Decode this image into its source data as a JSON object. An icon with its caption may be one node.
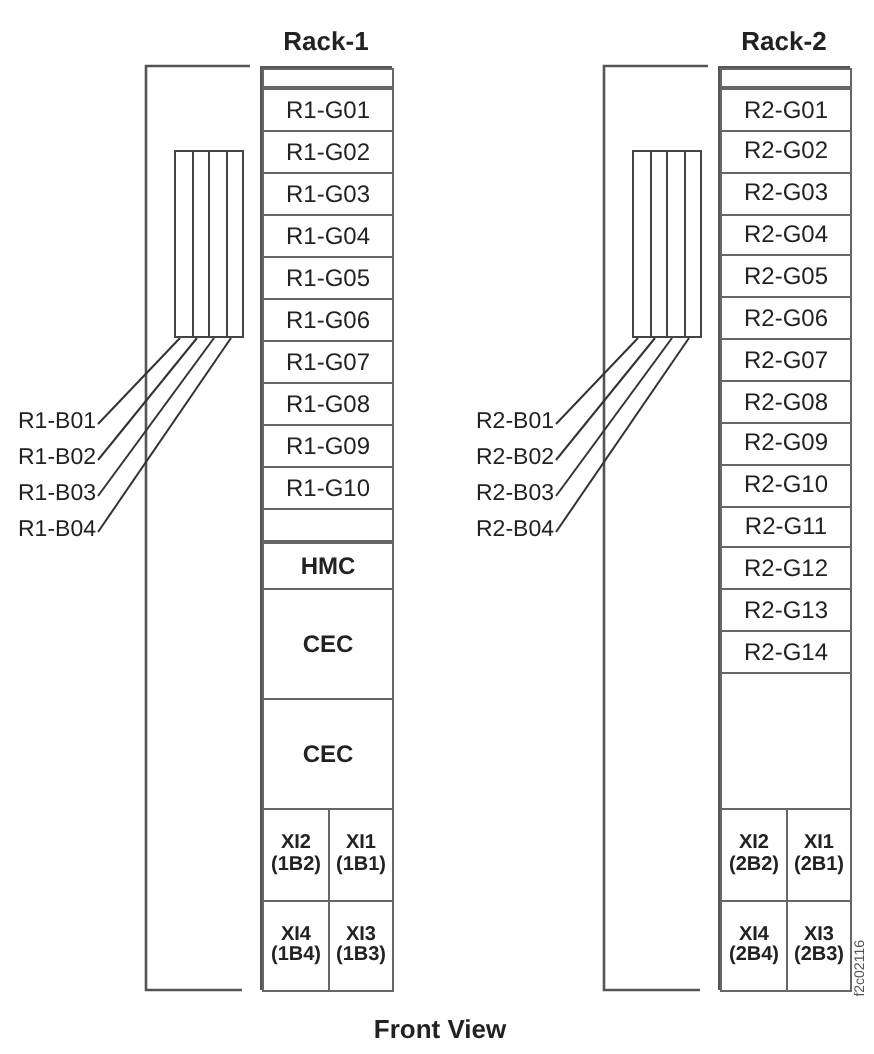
{
  "diagram": {
    "caption": "Front View",
    "nodes": [
      {
        "text": [
          "Rack-1"
        ]
      },
      {
        "text": [],
        "shape": "box",
        "in": 0
      },
      {
        "text": [
          "R1-G01"
        ],
        "in": 0
      },
      {
        "text": [
          "R1-G02"
        ],
        "in": 0
      },
      {
        "text": [
          "R1-G03"
        ],
        "in": 0
      },
      {
        "text": [
          "R1-G04"
        ],
        "in": 0
      },
      {
        "text": [
          "R1-G05"
        ],
        "in": 0
      },
      {
        "text": [
          "R1-G06"
        ],
        "in": 0
      },
      {
        "text": [
          "R1-G07"
        ],
        "in": 0
      },
      {
        "text": [
          "R1-G08"
        ],
        "in": 0
      },
      {
        "text": [
          "R1-G09"
        ],
        "in": 0
      },
      {
        "text": [
          "R1-G10"
        ],
        "in": 0
      },
      {
        "text": [],
        "shape": "box",
        "in": 0
      },
      {
        "text": [
          "HMC"
        ],
        "in": 0
      },
      {
        "text": [
          "CEC"
        ],
        "in": 0
      },
      {
        "text": [
          "CEC"
        ],
        "in": 0
      },
      {
        "text": [
          "XI2 (1B2)"
        ],
        "in": 0
      },
      {
        "text": [
          "XI1 (1B1)"
        ],
        "in": 0
      },
      {
        "text": [
          "XI4 (1B4)"
        ],
        "in": 0
      },
      {
        "text": [
          "XI3 (1B3)"
        ],
        "in": 0
      },
      {
        "text": [],
        "shape": "bar"
      },
      {
        "text": [],
        "shape": "bar"
      },
      {
        "text": [],
        "shape": "bar"
      },
      {
        "text": [],
        "shape": "bar"
      },
      {
        "text": [
          "R1-B01"
        ]
      },
      {
        "text": [
          "R1-B02"
        ]
      },
      {
        "text": [
          "R1-B03"
        ]
      },
      {
        "text": [
          "R1-B04"
        ]
      },
      {
        "text": [
          "Rack-2"
        ]
      },
      {
        "text": [],
        "shape": "box",
        "in": 28
      },
      {
        "text": [
          "R2-G01"
        ],
        "in": 28
      },
      {
        "text": [
          "R2-G02"
        ],
        "in": 28
      },
      {
        "text": [
          "R2-G03"
        ],
        "in": 28
      },
      {
        "text": [
          "R2-G04"
        ],
        "in": 28
      },
      {
        "text": [
          "R2-G05"
        ],
        "in": 28
      },
      {
        "text": [
          "R2-G06"
        ],
        "in": 28
      },
      {
        "text": [
          "R2-G07"
        ],
        "in": 28
      },
      {
        "text": [
          "R2-G08"
        ],
        "in": 28
      },
      {
        "text": [
          "R2-G09"
        ],
        "in": 28
      },
      {
        "text": [
          "R2-G10"
        ],
        "in": 28
      },
      {
        "text": [
          "R2-G11"
        ],
        "in": 28
      },
      {
        "text": [
          "R2-G12"
        ],
        "in": 28
      },
      {
        "text": [
          "R2-G13"
        ],
        "in": 28
      },
      {
        "text": [
          "R2-G14"
        ],
        "in": 28
      },
      {
        "text": [],
        "shape": "box",
        "in": 28
      },
      {
        "text": [
          "XI2 (2B2)"
        ],
        "in": 28
      },
      {
        "text": [
          "XI1 (2B1)"
        ],
        "in": 28
      },
      {
        "text": [
          "XI4 (2B4)"
        ],
        "in": 28
      },
      {
        "text": [
          "XI3 (2B3)"
        ],
        "in": 28
      },
      {
        "text": [],
        "shape": "bar"
      },
      {
        "text": [],
        "shape": "bar"
      },
      {
        "text": [],
        "shape": "bar"
      },
      {
        "text": [],
        "shape": "bar"
      },
      {
        "text": [
          "R2-B01"
        ]
      },
      {
        "text": [
          "R2-B02"
        ]
      },
      {
        "text": [
          "R2-B03"
        ]
      },
      {
        "text": [
          "R2-B04"
        ]
      }
    ],
    "edges": [
      {
        "from": 24,
        "to": 20,
        "arrow": "none"
      },
      {
        "from": 25,
        "to": 21,
        "arrow": "none"
      },
      {
        "from": 26,
        "to": 22,
        "arrow": "none"
      },
      {
        "from": 27,
        "to": 23,
        "arrow": "none"
      },
      {
        "from": 53,
        "to": 49,
        "arrow": "none"
      },
      {
        "from": 54,
        "to": 50,
        "arrow": "none"
      },
      {
        "from": 55,
        "to": 51,
        "arrow": "none"
      },
      {
        "from": 56,
        "to": 52,
        "arrow": "none"
      }
    ],
    "labels": [
      "f2c02116"
    ]
  }
}
